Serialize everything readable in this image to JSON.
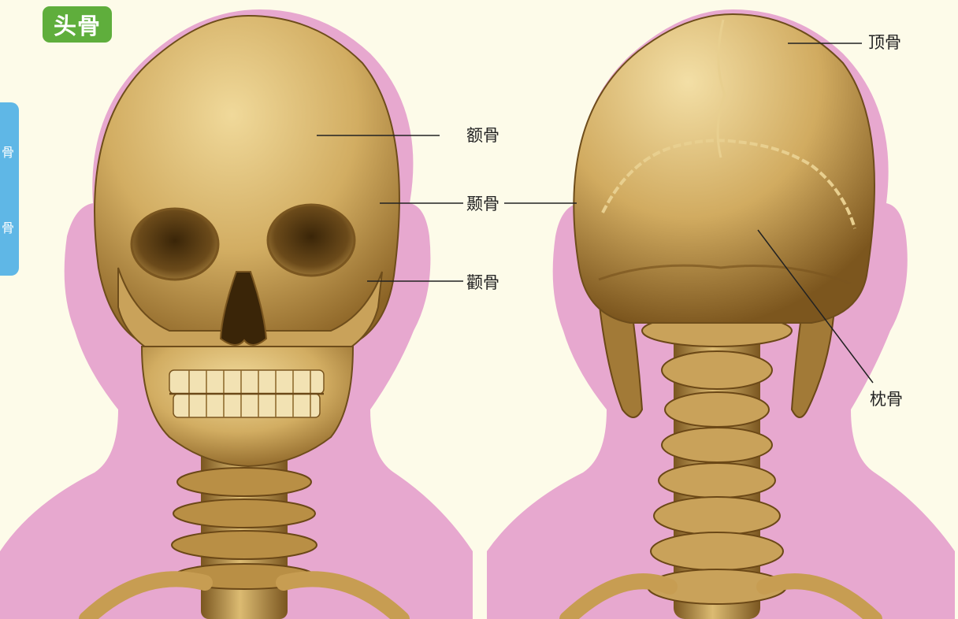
{
  "title": "头骨",
  "side_tab": {
    "glyphs": [
      "骨",
      "骨"
    ]
  },
  "labels": {
    "frontal": "额骨",
    "temporal": "颞骨",
    "zygomatic": "颧骨",
    "parietal": "顶骨",
    "occipital": "枕骨"
  },
  "colors": {
    "background": "#fdfbe9",
    "silhouette": "#e7a8cf",
    "bone": "#d8b56a",
    "bone_shadow": "#8a6428",
    "title_badge": "#5fae3c",
    "side_tab": "#5fb7e6"
  }
}
